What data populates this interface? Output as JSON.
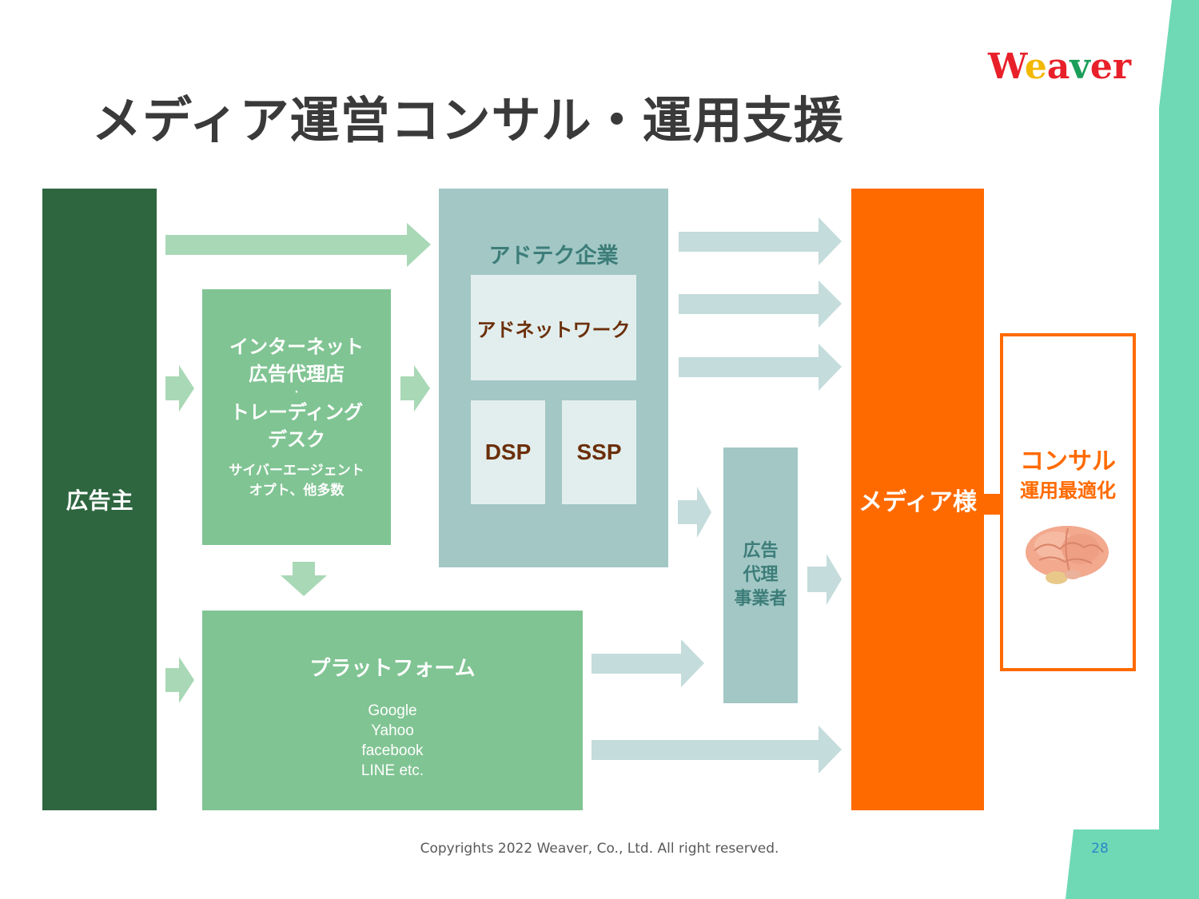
{
  "title": "メディア運営コンサル・運用支援",
  "logo": {
    "letters": [
      "W",
      "e",
      "a",
      "v",
      "e",
      "r"
    ],
    "colors": [
      "#e8202a",
      "#f3b800",
      "#e8202a",
      "#1a9e5a",
      "#e8202a",
      "#e8202a"
    ]
  },
  "advertiser": "広告主",
  "agency": {
    "line1": "インターネット",
    "line2": "広告代理店",
    "dot": "・",
    "line3": "トレーディング",
    "line4": "デスク",
    "sub1": "サイバーエージェント",
    "sub2": "オプト、他多数"
  },
  "platform": {
    "title": "プラットフォーム",
    "items": [
      "Google",
      "Yahoo",
      "facebook",
      "LINE etc."
    ]
  },
  "adtech": {
    "title": "アドテク企業",
    "adnetwork": "アドネットワーク",
    "dsp": "DSP",
    "ssp": "SSP"
  },
  "agent": {
    "line1": "広告",
    "line2": "代理",
    "line3": "事業者"
  },
  "media": "メディア様",
  "consult": {
    "line1": "コンサル",
    "line2": "運用最適化",
    "icon": "brain-icon"
  },
  "footer": "Copyrights 2022 Weaver, Co., Ltd. All right reserved.",
  "page_number": "28",
  "colors": {
    "dark_green": "#2e6640",
    "mid_green": "#80c493",
    "light_green_arrow": "#a9d8b6",
    "teal": "#a2c7c5",
    "teal_arrow": "#c4dcdb",
    "orange": "#ff6a00",
    "accent_mint": "#6fd9b5"
  }
}
